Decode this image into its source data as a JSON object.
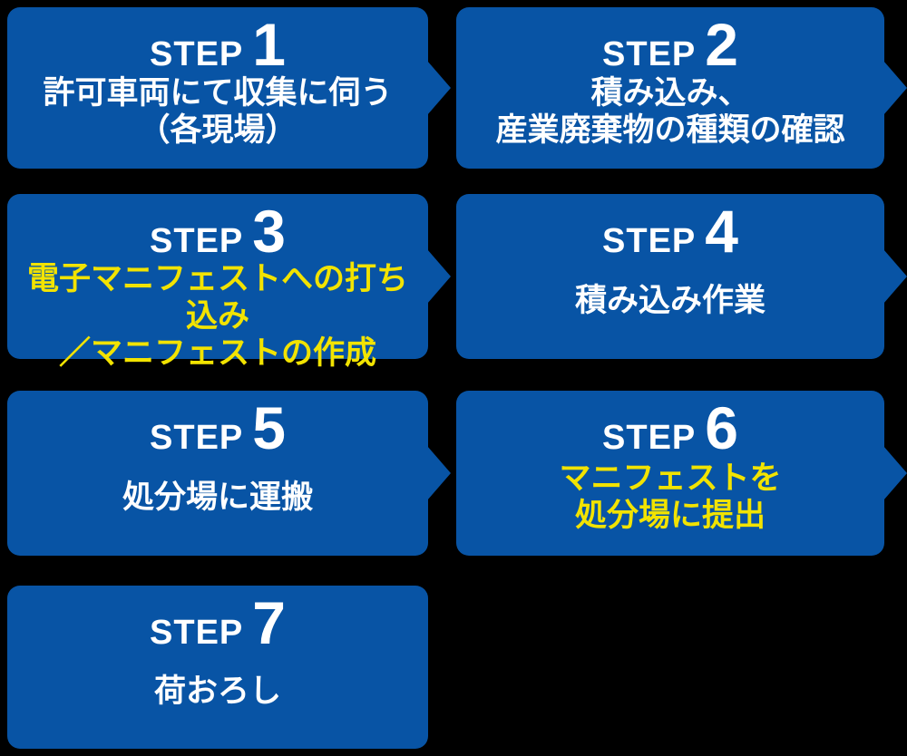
{
  "colors": {
    "box_blue": "#0854a5",
    "text_white": "#ffffff",
    "text_yellow": "#f2e300",
    "background": "#000000"
  },
  "diagram": {
    "type": "process-flow",
    "description_of_flow": "7-step waste collection and manifest workflow, steps flow left to right in rows"
  },
  "steps": [
    {
      "label": "STEP",
      "number": "1",
      "lines": [
        "許可車両にて収集に伺う",
        "（各現場）"
      ],
      "highlight": false,
      "arrow": true
    },
    {
      "label": "STEP",
      "number": "2",
      "lines": [
        "積み込み、",
        "産業廃棄物の種類の確認"
      ],
      "highlight": false,
      "arrow": true
    },
    {
      "label": "STEP",
      "number": "3",
      "lines": [
        "電子マニフェストへの打ち込み",
        "／マニフェストの作成"
      ],
      "highlight": true,
      "arrow": true
    },
    {
      "label": "STEP",
      "number": "4",
      "lines": [
        "積み込み作業"
      ],
      "highlight": false,
      "arrow": true
    },
    {
      "label": "STEP",
      "number": "5",
      "lines": [
        "処分場に運搬"
      ],
      "highlight": false,
      "arrow": true
    },
    {
      "label": "STEP",
      "number": "6",
      "lines": [
        "マニフェストを",
        "処分場に提出"
      ],
      "highlight": true,
      "arrow": true
    },
    {
      "label": "STEP",
      "number": "7",
      "lines": [
        "荷おろし"
      ],
      "highlight": false,
      "arrow": false
    }
  ]
}
